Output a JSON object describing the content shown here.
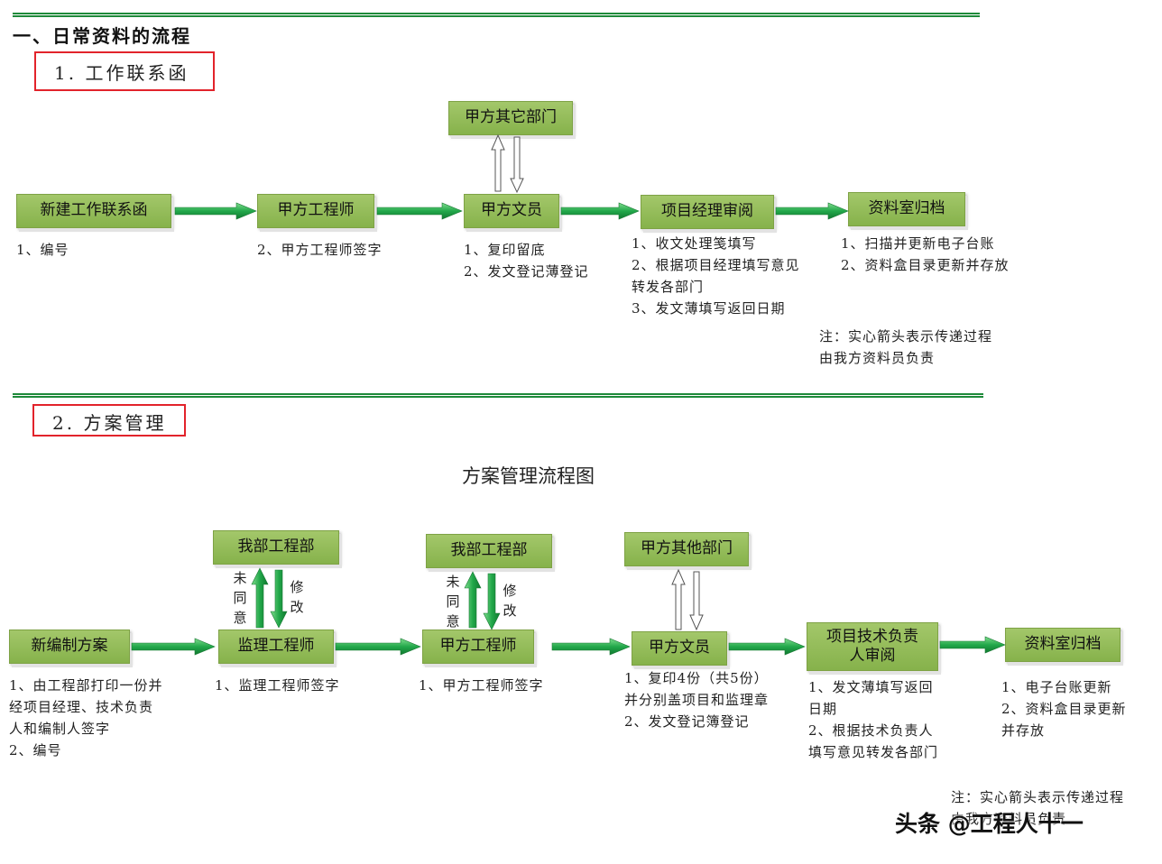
{
  "section1": {
    "heading": "一、日常资料的流程",
    "subheading": "1. 工作联系函",
    "nodes": {
      "n1": "新建工作联系函",
      "n2": "甲方工程师",
      "n3": "甲方文员",
      "n4": "项目经理审阅",
      "n5": "资料室归档",
      "top": "甲方其它部门"
    },
    "notes": {
      "n1": "1、编号",
      "n2": "2、甲方工程师签字",
      "n3": "1、复印留底\n2、发文登记薄登记",
      "n4": "1、收文处理笺填写\n2、根据项目经理填写意见\n转发各部门\n3、发文薄填写返回日期",
      "n5": "1、扫描并更新电子台账\n2、资料盒目录更新并存放"
    },
    "footnote": "注：实心箭头表示传递过程\n由我方资料员负责"
  },
  "section2": {
    "subheading": "2. 方案管理",
    "chart_title": "方案管理流程图",
    "nodes": {
      "n1": "新编制方案",
      "n2": "监理工程师",
      "n3": "甲方工程师",
      "n4": "甲方文员",
      "n5": "项目技术负责人审阅",
      "n6": "资料室归档",
      "top1": "我部工程部",
      "top2": "我部工程部",
      "top3": "甲方其他部门"
    },
    "vlabels": {
      "a1": "未同意",
      "b1": "修改",
      "a2": "未同意",
      "b2": "修改"
    },
    "notes": {
      "n1": "1、由工程部打印一份并\n经项目经理、技术负责\n人和编制人签字\n2、编号",
      "n2": "1、监理工程师签字",
      "n3": "1、甲方工程师签字",
      "n4": "1、复印4份（共5份）\n并分别盖项目和监理章\n2、发文登记簿登记",
      "n5": "1、发文薄填写返回\n日期\n2、根据技术负责人\n填写意见转发各部门",
      "n6": "1、电子台账更新\n2、资料盒目录更新\n并存放"
    },
    "footnote": "注：实心箭头表示传递过程\n由我方资料员负责"
  },
  "watermark": "头条 @工程人十一",
  "colors": {
    "rule": "#1e8a3a",
    "red_box": "#e2232b",
    "node_fill": "#94bc57",
    "arrow": "#22a84a"
  }
}
